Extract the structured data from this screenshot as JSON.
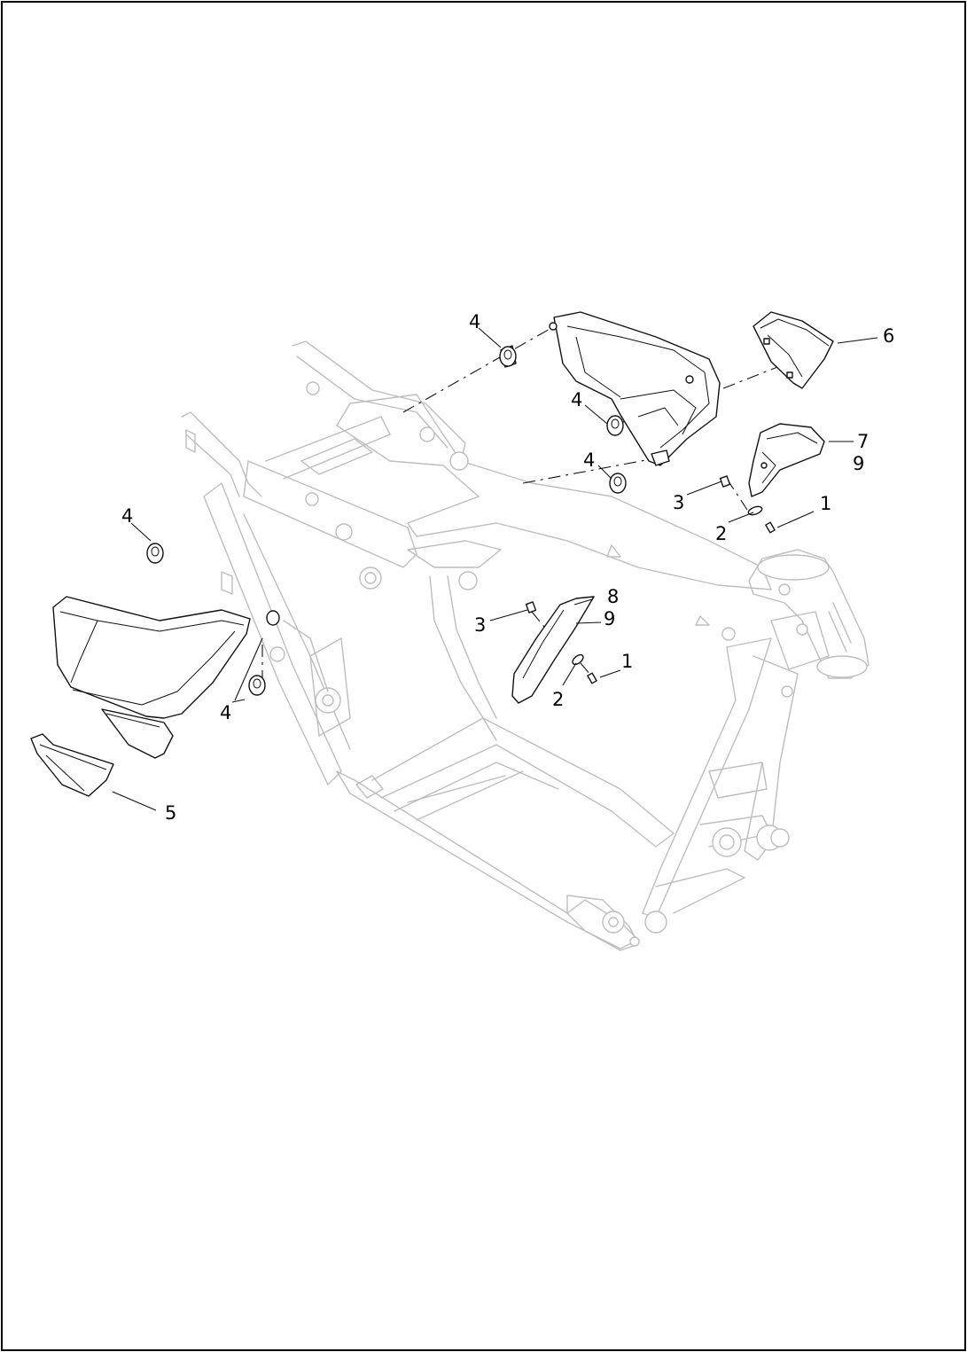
{
  "callouts": {
    "c_4_top": "4",
    "c_6": "6",
    "c_4_mid": "4",
    "c_4_low": "4",
    "c_7": "7",
    "c_9_right": "9",
    "c_3_right": "3",
    "c_1_right": "1",
    "c_2_right": "2",
    "c_4_left_top": "4",
    "c_8": "8",
    "c_9_center": "9",
    "c_3_center": "3",
    "c_1_center": "1",
    "c_2_center": "2",
    "c_4_left_bottom": "4",
    "c_5": "5"
  },
  "colors": {
    "frame_stroke": "#bdbdbd",
    "part_stroke": "#111111",
    "border": "#000000"
  }
}
